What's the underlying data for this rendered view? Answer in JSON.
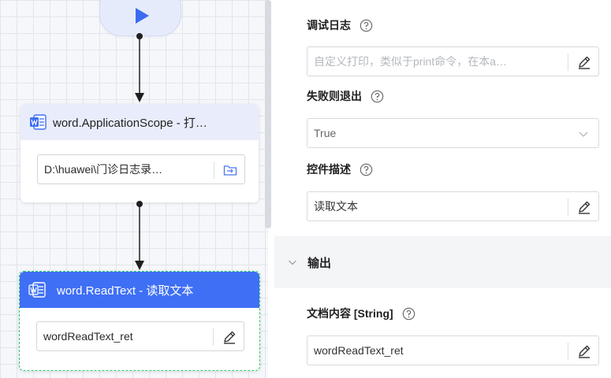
{
  "canvas": {
    "nodes": [
      {
        "title": "word.ApplicationScope - 打…",
        "field_value": "D:\\huawei\\门诊日志录…",
        "field_icon": "folder-icon"
      },
      {
        "title": "word.ReadText - 读取文本",
        "field_value": "wordReadText_ret",
        "field_icon": "edit-pencil-icon"
      }
    ],
    "colors": {
      "selected_header": "#3f6ff5",
      "node_header": "#e9edfb",
      "start_node": "#e6ebfb",
      "play": "#3b6cf0",
      "selection_border": "#2ecc71"
    }
  },
  "properties": {
    "debug_log": {
      "label": "调试日志",
      "placeholder": "自定义打印，类似于print命令，在本a…"
    },
    "exit_on_fail": {
      "label": "失败则退出",
      "value": "True"
    },
    "description": {
      "label": "控件描述",
      "value": "读取文本"
    },
    "output_section": {
      "title": "输出"
    },
    "doc_content": {
      "label": "文档内容 [String]",
      "value": "wordReadText_ret"
    }
  }
}
